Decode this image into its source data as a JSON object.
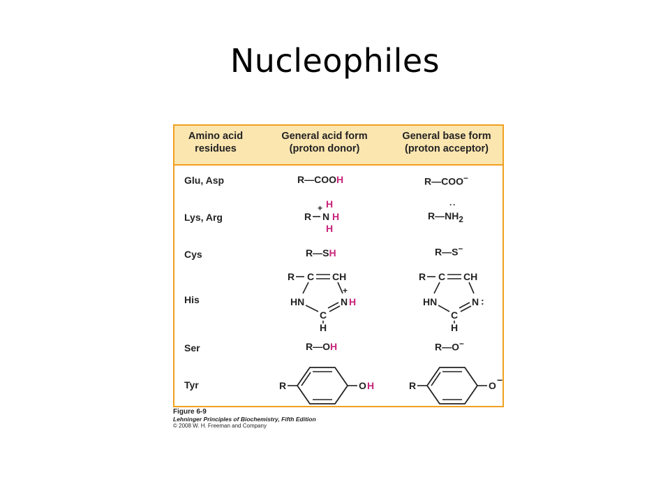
{
  "title": "Nucleophiles",
  "table": {
    "headers": {
      "col1": [
        "Amino acid",
        "residues"
      ],
      "col2": [
        "General acid form",
        "(proton donor)"
      ],
      "col3": [
        "General base form",
        "(proton acceptor)"
      ]
    },
    "rows": [
      {
        "residue": "Glu, Asp"
      },
      {
        "residue": "Lys, Arg"
      },
      {
        "residue": "Cys"
      },
      {
        "residue": "His"
      },
      {
        "residue": "Ser"
      },
      {
        "residue": "Tyr"
      }
    ]
  },
  "formulas": {
    "glu_acid_prefix": "R—COO",
    "glu_acid_h": "H",
    "glu_base": "R—COO",
    "glu_base_charge": "−",
    "lys_r": "R",
    "lys_n": "N",
    "lys_h": "H",
    "lys_plus": "+",
    "lys_base": "R—NH",
    "lys_base_sub": "2",
    "lys_lone_pair": "··",
    "cys_acid_prefix": "R—S",
    "cys_acid_h": "H",
    "cys_base": "R—S",
    "cys_base_charge": "−",
    "his_r": "R",
    "his_c": "C",
    "his_ch": "CH",
    "his_hn": "HN",
    "his_n": "N",
    "his_h": "H",
    "his_plus": "+",
    "his_lone_pair": ":",
    "ser_acid_prefix": "R—O",
    "ser_acid_h": "H",
    "ser_base": "R—O",
    "ser_base_charge": "−",
    "tyr_r": "R",
    "tyr_o": "O",
    "tyr_h": "H",
    "tyr_charge": "−"
  },
  "caption": {
    "figure": "Figure 6-9",
    "book": "Lehninger Principles of Biochemistry, Fifth Edition",
    "copyright": "© 2008 W. H. Freeman and Company"
  },
  "colors": {
    "header_bg": "#fbe6b0",
    "border": "#f0a020",
    "highlight": "#c8227a"
  }
}
